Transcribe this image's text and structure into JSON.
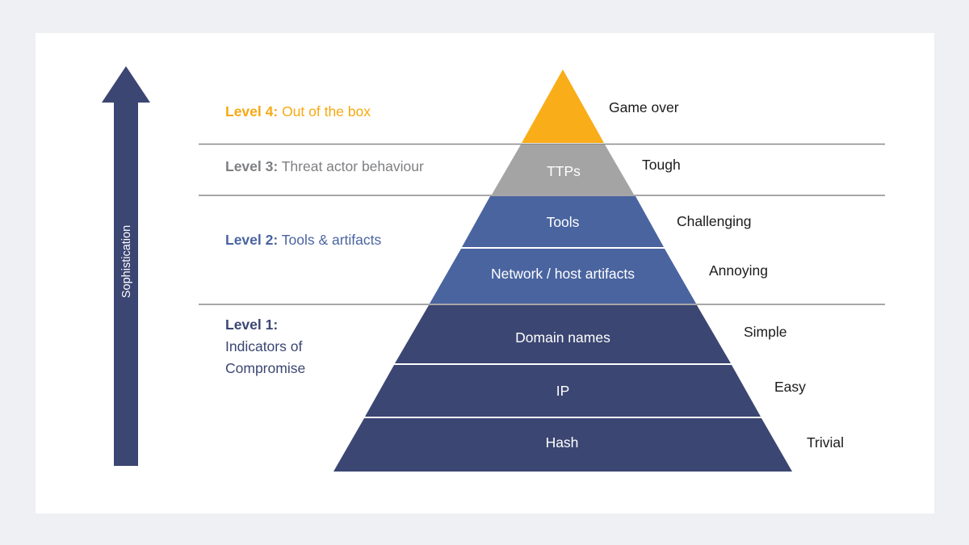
{
  "axis": {
    "label": "Sophistication"
  },
  "levels": [
    {
      "key": "Level 4:",
      "name": "Out of the box",
      "color": "#f6a912"
    },
    {
      "key": "Level 3:",
      "name": "Threat actor behaviour",
      "color": "#7d7f82"
    },
    {
      "key": "Level 2:",
      "name": "Tools & artifacts",
      "color": "#4a64a0"
    },
    {
      "key": "Level 1:",
      "name_lines": [
        "Indicators of",
        "Compromise"
      ],
      "color": "#3b4672"
    }
  ],
  "pyramid": {
    "tiers": [
      {
        "label": "",
        "color": "#f9ad18"
      },
      {
        "label": "TTPs",
        "color": "#a4a4a4"
      },
      {
        "label": "Tools",
        "color": "#4a64a0"
      },
      {
        "label": "Network / host artifacts",
        "color": "#4a64a0"
      },
      {
        "label": "Domain names",
        "color": "#3b4672"
      },
      {
        "label": "IP",
        "color": "#3b4672"
      },
      {
        "label": "Hash",
        "color": "#3b4672"
      }
    ]
  },
  "difficulty": [
    "Game over",
    "Tough",
    "Challenging",
    "Annoying",
    "Simple",
    "Easy",
    "Trivial"
  ]
}
